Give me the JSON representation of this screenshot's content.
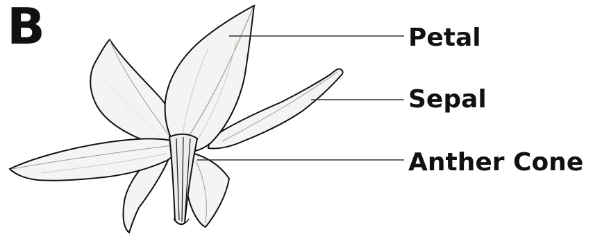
{
  "figure": {
    "panel_letter": "B",
    "labels": {
      "petal": "Petal",
      "sepal": "Sepal",
      "anther_cone": "Anther Cone"
    }
  },
  "colors": {
    "ink": "#111111",
    "petal_fill": "#f4f4f2",
    "shading": "#c9c9c6",
    "leader": "#333333"
  }
}
